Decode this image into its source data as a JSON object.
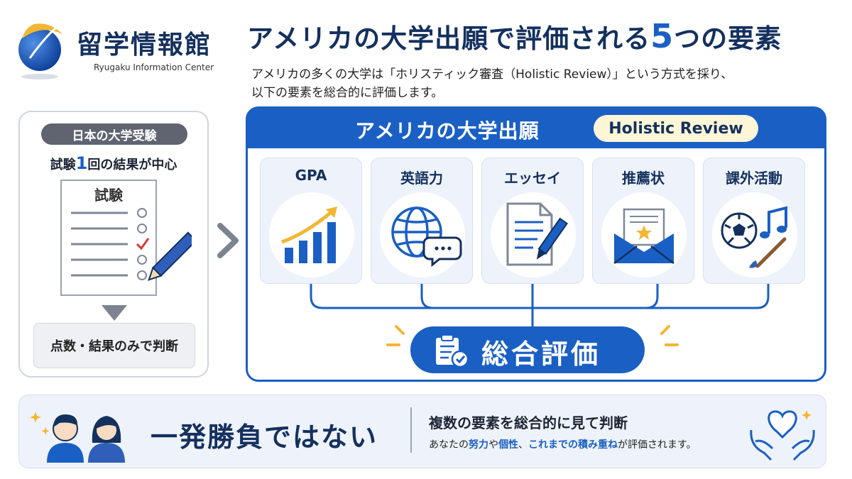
{
  "header": {
    "brand_title": "留学情報館",
    "brand_subtitle": "Ryugaku Information Center",
    "title_before": "アメリカの大学出願で評価される",
    "title_number": "5",
    "title_after": "つの要素",
    "intro_line_1": "アメリカの多くの大学は「ホリスティック審査（Holistic Review）」という方式を採り、",
    "intro_line_2": "以下の要素を総合的に評価します。"
  },
  "japan": {
    "pill": "日本の大学受験",
    "sub_before": "試験",
    "sub_count": "1",
    "sub_after": "回の結果が中心",
    "exam_label": "試験",
    "result": "点数・結果のみで判断"
  },
  "us": {
    "title": "アメリカの大学出願",
    "badge": "Holistic Review",
    "factors": [
      {
        "label": "GPA",
        "icon": "bar-chart-icon"
      },
      {
        "label": "英語力",
        "icon": "globe-chat-icon"
      },
      {
        "label": "エッセイ",
        "icon": "document-pen-icon"
      },
      {
        "label": "推薦状",
        "icon": "envelope-star-icon"
      },
      {
        "label": "課外活動",
        "icon": "soccer-music-brush-icon"
      }
    ],
    "summary": "総合評価"
  },
  "bottom": {
    "slogan": "一発勝負ではない",
    "heading": "複数の要素を総合的に見て判断",
    "body_1": "あなたの",
    "body_em_1": "努力",
    "body_2": "や",
    "body_em_2": "個性",
    "body_3": "、",
    "body_em_3": "これまでの積み重ね",
    "body_4": "が評価されます。"
  },
  "colors": {
    "navy": "#14305e",
    "blue": "#1a5fc4",
    "badge_bg": "#fff6d8",
    "accent_gold": "#f2b632"
  }
}
